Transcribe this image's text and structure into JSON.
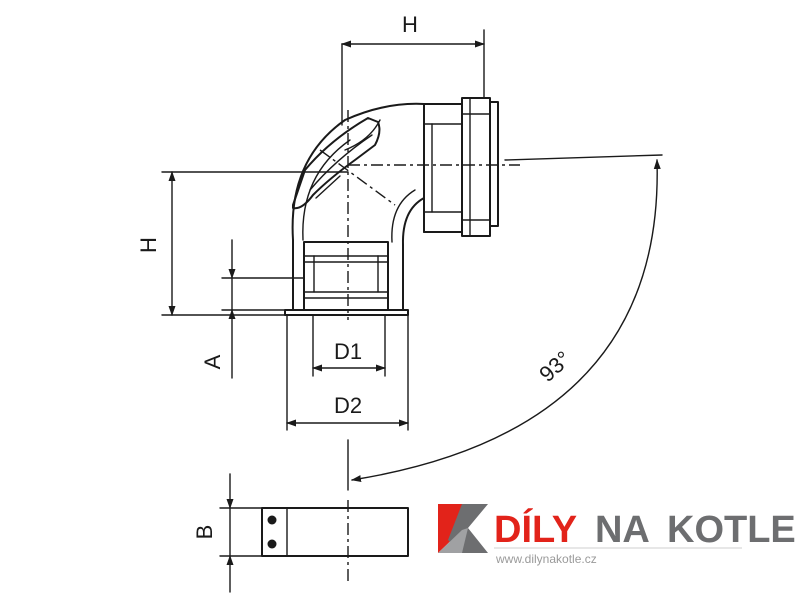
{
  "dimensions": {
    "h_top": "H",
    "h_left": "H",
    "d1": "D1",
    "d2": "D2",
    "a": "A",
    "b": "B",
    "angle": "93°"
  },
  "logo": {
    "word1": "DÍLY",
    "word2": "NA",
    "word3": "KOTLE",
    "url": "www.dilynakotle.cz",
    "colors": {
      "red": "#e2231a",
      "gray": "#6d6e70"
    }
  }
}
